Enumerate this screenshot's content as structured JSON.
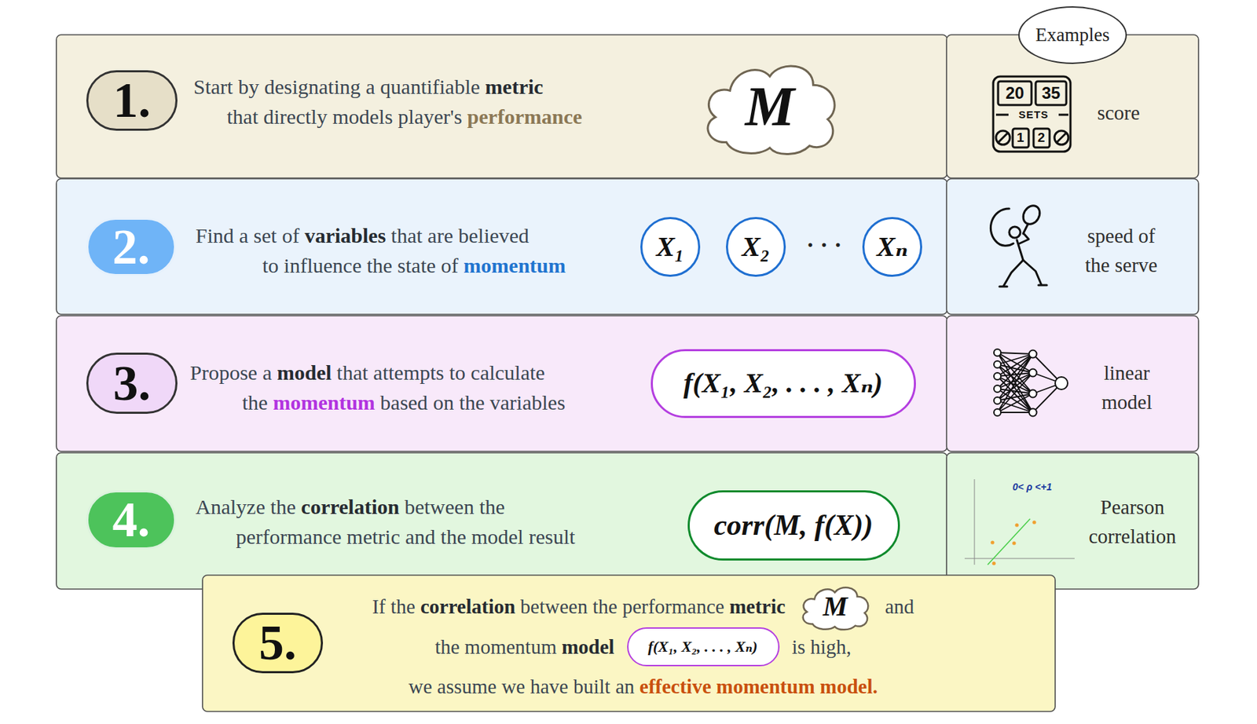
{
  "diagram": {
    "nodes": [
      {
        "text": [
          "Start by designating a quantifiable metric that directly models player's performance"
        ]
      },
      {
        "text": [
          "1."
        ],
        "in": 0
      },
      {
        "text": [
          "M"
        ],
        "in": 0
      },
      {
        "text": [
          "Examples"
        ]
      },
      {
        "text": [
          "score"
        ]
      },
      {
        "text": [
          "Find a set of variables that are believed to influence the state of momentum"
        ]
      },
      {
        "text": [
          "2."
        ],
        "in": 5
      },
      {
        "text": [
          "X₁"
        ],
        "in": 5
      },
      {
        "text": [
          "X₂"
        ],
        "in": 5
      },
      {
        "text": [
          "Xₙ"
        ],
        "in": 5
      },
      {
        "text": [
          "speed of the serve"
        ]
      },
      {
        "text": [
          "Propose a model that attempts to calculate the momentum based on the variables"
        ]
      },
      {
        "text": [
          "3."
        ],
        "in": 11
      },
      {
        "text": [
          "f(X₁, X₂, . . . , Xₙ)"
        ],
        "in": 11
      },
      {
        "text": [
          "linear model"
        ]
      },
      {
        "text": [
          "Analyze the correlation between the performance metric and the model result"
        ]
      },
      {
        "text": [
          "4."
        ],
        "in": 15
      },
      {
        "text": [
          "corr(M, f(X))"
        ],
        "in": 15
      },
      {
        "text": [
          "Pearson correlation"
        ]
      },
      {
        "text": [
          "If the correlation between the performance metric",
          "and",
          "the momentum model",
          "is high,",
          "we assume we have built an effective momentum model."
        ]
      },
      {
        "text": [
          "5."
        ],
        "in": 19
      },
      {
        "text": [
          "M"
        ],
        "in": 19
      },
      {
        "text": [
          "f(X₁, X₂, . . . , Xₙ)"
        ],
        "in": 19
      }
    ],
    "labels": [
      "20",
      "35",
      "SETS",
      "1",
      "2",
      "· · ·",
      "0< ρ <+1"
    ]
  }
}
